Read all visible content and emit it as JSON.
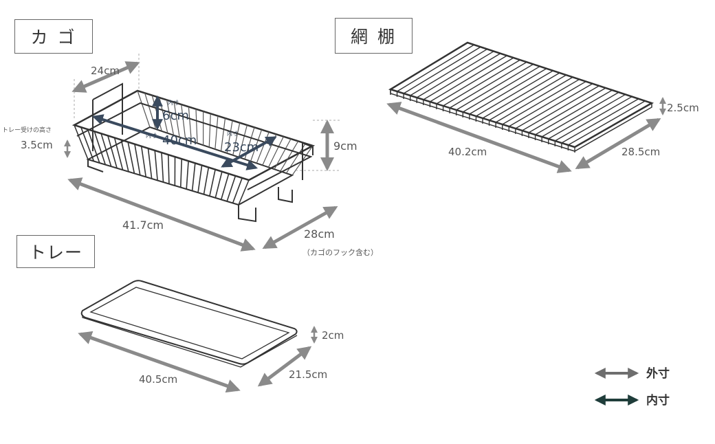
{
  "sections": {
    "kago": "カ ゴ",
    "amidana": "網 棚",
    "tray": "トレー"
  },
  "kago": {
    "depth_top": "24cm",
    "inner_height_tag": "内寸",
    "inner_height": "6cm",
    "inner_length_tag": "内寸",
    "inner_length": "40cm",
    "inner_width_tag": "内寸",
    "inner_width": "23cm",
    "tray_rest_label": "トレー受けの高さ",
    "tray_rest": "3.5cm",
    "height": "9cm",
    "length": "41.7cm",
    "depth": "28cm",
    "depth_note": "（カゴのフック含む）"
  },
  "amidana": {
    "height": "2.5cm",
    "length": "40.2cm",
    "depth": "28.5cm"
  },
  "tray": {
    "height": "2cm",
    "length": "40.5cm",
    "depth": "21.5cm"
  },
  "legend": {
    "outer": "外寸",
    "inner": "内寸",
    "outer_color": "#6e6e6e",
    "inner_color": "#1f3d3a"
  },
  "colors": {
    "dimension_arrow": "#8a8a8a",
    "inner_arrow": "#3a4a5e",
    "wire": "#333333"
  }
}
